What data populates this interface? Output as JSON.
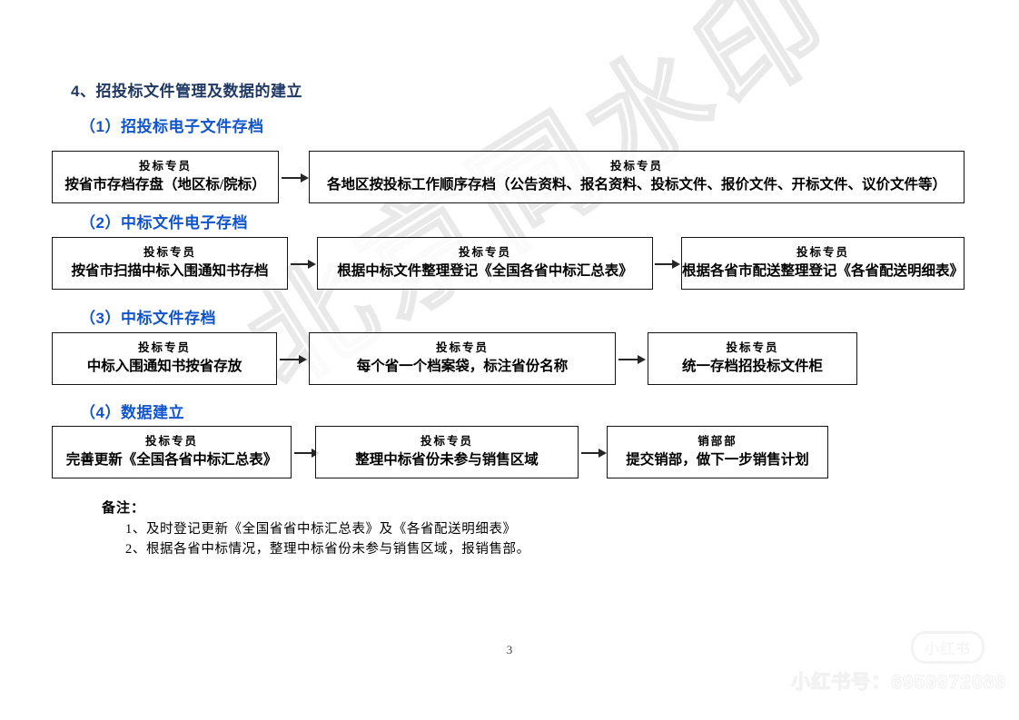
{
  "document": {
    "main_heading": "4、招投标文件管理及数据的建立",
    "page_number": "3"
  },
  "sections": [
    {
      "heading": "（1）招投标电子文件存档",
      "boxes": [
        {
          "role": "投标专员",
          "desc": "按省市存档存盘（地区标/院标）"
        },
        {
          "role": "投标专员",
          "desc": "各地区按投标工作顺序存档（公告资料、报名资料、投标文件、报价文件、开标文件、议价文件等）"
        }
      ]
    },
    {
      "heading": "（2）中标文件电子存档",
      "boxes": [
        {
          "role": "投标专员",
          "desc": "按省市扫描中标入围通知书存档"
        },
        {
          "role": "投标专员",
          "desc": "根据中标文件整理登记《全国各省中标汇总表》"
        },
        {
          "role": "投标专员",
          "desc": "根据各省市配送整理登记《各省配送明细表》"
        }
      ]
    },
    {
      "heading": "（3）中标文件存档",
      "boxes": [
        {
          "role": "投标专员",
          "desc": "中标入围通知书按省存放"
        },
        {
          "role": "投标专员",
          "desc": "每个省一个档案袋，标注省份名称"
        },
        {
          "role": "投标专员",
          "desc": "统一存档招投标文件柜"
        }
      ]
    },
    {
      "heading": "（4）数据建立",
      "boxes": [
        {
          "role": "投标专员",
          "desc": "完善更新《全国各省中标汇总表》"
        },
        {
          "role": "投标专员",
          "desc": "整理中标省份未参与销售区域"
        },
        {
          "role": "销部部",
          "desc": "提交销部，做下一步销售计划"
        }
      ]
    }
  ],
  "notes": {
    "title": "备注：",
    "items": [
      "1、及时登记更新《全国省省中标汇总表》及《各省配送明细表》",
      "2、根据各省中标情况，整理中标省份未参与销售区域，报销售部。"
    ]
  },
  "watermark": {
    "diagonal_text": "北京同水印",
    "brand_badge": "小红书",
    "brand_id": "小红书号：6959972089"
  },
  "colors": {
    "main_heading": "#1f3864",
    "sub_heading": "#1155cc",
    "box_border": "#141414",
    "arrow": "#262626"
  }
}
